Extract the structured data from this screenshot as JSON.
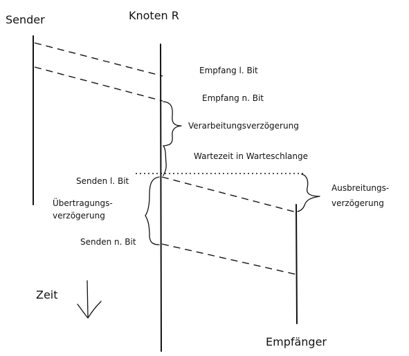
{
  "nodes": {
    "sender": "Sender",
    "router": "Knoten R",
    "receiver": "Empfänger"
  },
  "time_label": "Zeit",
  "annotations": {
    "recv_first_bit": "Empfang l. Bit",
    "recv_last_bit": "Empfang n. Bit",
    "processing_delay": "Verarbeitungsverzögerung",
    "queue_wait": "Wartezeit in Warteschlange",
    "send_first_bit": "Senden l. Bit",
    "transmission_delay_1": "Übertragungs-",
    "transmission_delay_2": "verzögerung",
    "send_last_bit": "Senden n. Bit",
    "propagation_delay_1": "Ausbreitungs-",
    "propagation_delay_2": "verzögerung"
  }
}
